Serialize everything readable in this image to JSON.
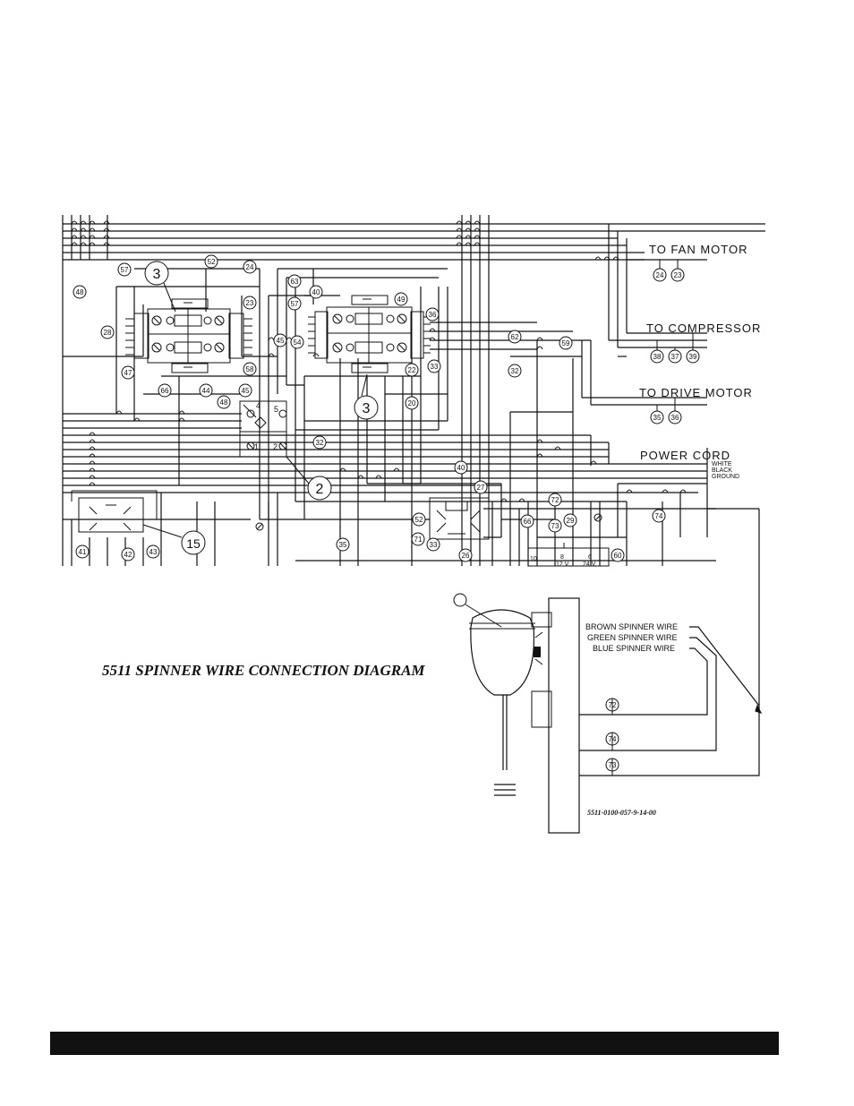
{
  "labels": {
    "fan_motor": "TO FAN MOTOR",
    "compressor": "TO COMPRESSOR",
    "drive_motor": "TO DRIVE MOTOR",
    "power_cord": "POWER CORD",
    "white": "WHITE",
    "black": "BLACK",
    "ground": "GROUND",
    "brown_wire": "BROWN SPINNER WIRE",
    "green_wire": "GREEN SPINNER WIRE",
    "blue_wire": "BLUE SPINNER WIRE",
    "title": "5511 SPINNER WIRE CONNECTION DIAGRAM",
    "drawing_no": "5511-0100-057-9-14-00",
    "v12": "12 V.",
    "v24": "24 V.",
    "t10": "10",
    "t8": "8",
    "t6": "6"
  },
  "big_callouts": {
    "c3a": "3",
    "c3b": "3",
    "c2": "2",
    "c15": "15"
  },
  "wire_numbers": {
    "n57a": "57",
    "n52a": "52",
    "n24": "24",
    "n48": "48",
    "n23a": "23",
    "n63": "63",
    "n40a": "40",
    "n57b": "57",
    "n49": "49",
    "n36a": "36",
    "n28": "28",
    "n45a": "45",
    "n54": "54",
    "n62": "62",
    "n59": "59",
    "n47": "47",
    "n58": "58",
    "n22": "22",
    "n33a": "33",
    "n32a": "32",
    "n66a": "66",
    "n44": "44",
    "n45b": "45",
    "n48b": "48",
    "n20": "20",
    "n32b": "32",
    "n40b": "40",
    "n27": "27",
    "n72a": "72",
    "n52b": "52",
    "n73a": "73",
    "n29": "29",
    "n66b": "66",
    "n74a": "74",
    "n41": "41",
    "n42": "42",
    "n43": "43",
    "n35a": "35",
    "n71": "71",
    "n33b": "33",
    "n26": "26",
    "n60": "60",
    "n24f": "24",
    "n23f": "23",
    "n38": "38",
    "n37": "37",
    "n39": "39",
    "n35d": "35",
    "n36d": "36",
    "n72b": "72",
    "n74b": "74",
    "n73b": "73"
  },
  "terminal_labels": {
    "t4": "4",
    "t5": "5",
    "t1": "1",
    "t2": "2"
  }
}
